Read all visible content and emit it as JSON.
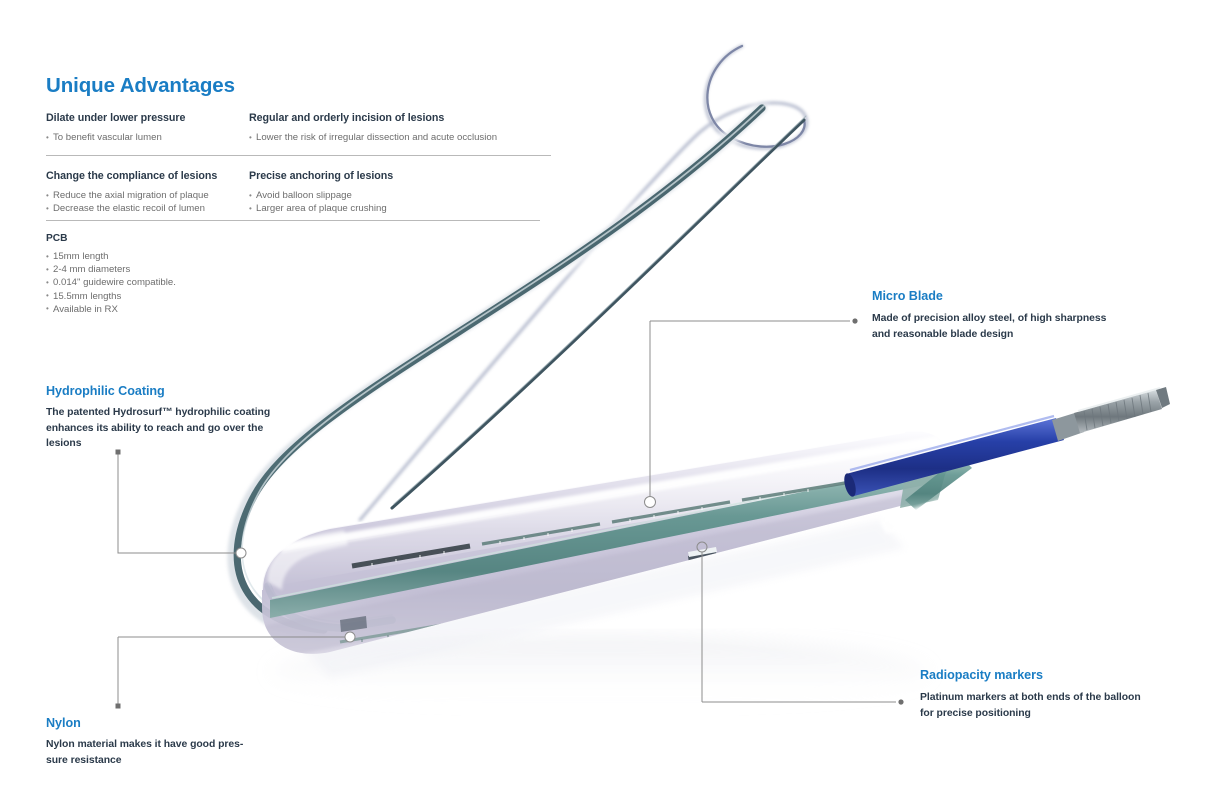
{
  "section": {
    "title": "Unique Advantages"
  },
  "advantages": [
    {
      "heading": "Dilate under lower pressure",
      "bullets": [
        "To benefit vascular lumen"
      ]
    },
    {
      "heading": "Regular and orderly incision of lesions",
      "bullets": [
        "Lower the risk of irregular dissection and acute occlusion"
      ]
    },
    {
      "heading": "Change the compliance of lesions",
      "bullets": [
        "Reduce the axial migration of plaque",
        "Decrease the elastic recoil of lumen"
      ]
    },
    {
      "heading": "Precise anchoring of lesions",
      "bullets": [
        "Avoid balloon slippage",
        "Larger area of plaque crushing"
      ]
    }
  ],
  "specs": {
    "heading": "PCB",
    "items": [
      "15mm length",
      "2-4 mm diameters",
      "0.014\" guidewire compatible.",
      "15.5mm lengths",
      "Available in RX"
    ]
  },
  "callouts": {
    "hydrophilic": {
      "title": "Hydrophilic Coating",
      "body": "The patented Hydrosurf™ hydrophilic coating enhances its ability to reach and go over the lesions"
    },
    "nylon": {
      "title": "Nylon",
      "body": "Nylon material makes it have good pres-\nsure resistance"
    },
    "micro_blade": {
      "title": "Micro Blade",
      "body": "Made of precision alloy steel, of high sharpness and reasonable blade design"
    },
    "radiopacity": {
      "title": "Radiopacity markers",
      "body": "Platinum markers at both ends of the balloon for precise positioning"
    }
  },
  "device": {
    "name": "cutting-balloon-catheter",
    "parts": [
      "guidewire",
      "catheter-shaft",
      "balloon",
      "micro-blades",
      "radiopaque-markers",
      "blue-strain-relief",
      "metal-hypotube"
    ]
  },
  "colors": {
    "accent_blue": "#1a7dc4",
    "heading_navy": "#2b3a4a",
    "body_gray": "#6d6d6d",
    "rule_gray": "#b9b9b9",
    "leader_gray": "#8c8c8c",
    "shaft_teal": "#5e8f8b",
    "shaft_dark": "#49616b",
    "balloon_lavender": "#cfcbdd",
    "sleeve_blue": "#2740a8",
    "hypotube_steel": "#9aa3a8"
  }
}
